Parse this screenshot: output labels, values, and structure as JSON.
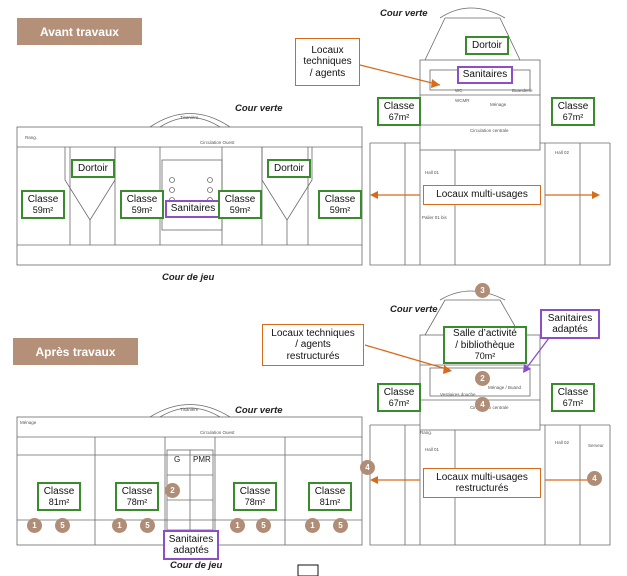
{
  "top": {
    "banner": "Avant travaux",
    "cour_verte_right": "Cour verte",
    "cour_verte_left": "Cour verte",
    "cour_de_jeu": "Cour de jeu",
    "dortoir_right": "Dortoir",
    "dortoir_left_1": "Dortoir",
    "dortoir_left_2": "Dortoir",
    "locaux_techniques": "Locaux\ntechniques\n/ agents",
    "sanitaires_right": "Sanitaires",
    "sanitaires_left": "Sanitaires",
    "locaux_multi": "Locaux multi-usages",
    "classes": [
      {
        "name": "Classe",
        "area": "67m²"
      },
      {
        "name": "Classe",
        "area": "67m²"
      },
      {
        "name": "Classe",
        "area": "59m²"
      },
      {
        "name": "Classe",
        "area": "59m²"
      },
      {
        "name": "Classe",
        "area": "59m²"
      },
      {
        "name": "Classe",
        "area": "59m²"
      }
    ],
    "plan_text": {
      "tisaniere": "Tisanière",
      "circulation_ouest": "Circulation Ouest",
      "circulation_centrale": "Circulation centrale",
      "rang": "Rang.",
      "hall_01": "Hall 01",
      "hall_02": "Hall 02",
      "palier_01": "Palier 01 bis",
      "menage": "Ménage",
      "buanderie": "Buanderie",
      "wc": "WC",
      "wcmr": "WCMR"
    }
  },
  "bottom": {
    "banner": "Après travaux",
    "cour_verte_right": "Cour verte",
    "cour_verte_left": "Cour verte",
    "cour_de_jeu": "Cour de jeu",
    "salle_activite": "Salle d’activité\n/ bibliothèque",
    "salle_area": "70m²",
    "locaux_techniques": "Locaux techniques\n/ agents\nrestructurés",
    "sanitaires_adaptes_right": "Sanitaires\nadaptés",
    "sanitaires_adaptes_left": "Sanitaires\nadaptés",
    "locaux_multi": "Locaux multi-usages\nrestructurés",
    "classes": [
      {
        "name": "Classe",
        "area": "67m²"
      },
      {
        "name": "Classe",
        "area": "67m²"
      },
      {
        "name": "Classe",
        "area": "81m²"
      },
      {
        "name": "Classe",
        "area": "78m²"
      },
      {
        "name": "Classe",
        "area": "78m²"
      },
      {
        "name": "Classe",
        "area": "81m²"
      }
    ],
    "bubbles": [
      "3",
      "2",
      "4",
      "2",
      "4",
      "4",
      "1",
      "5",
      "1",
      "5",
      "1",
      "5",
      "1",
      "5"
    ],
    "plan_text": {
      "tisaniere": "Tisanière",
      "circulation_ouest": "Circulation Ouest",
      "circulation_centrale": "Circulation centrale",
      "menage_buand": "Ménage / Buand",
      "vestiaires": "Vestiaires douche",
      "g": "G",
      "pmr": "PMR",
      "hall_01": "Hall 01",
      "hall_02": "Hall 02",
      "rang": "Rang.",
      "serveur": "Serveur",
      "menage": "Ménage"
    }
  },
  "footer_mark": "□",
  "colors": {
    "banner": "#b59079",
    "green": "#3a8a2e",
    "purple": "#8c4fc8",
    "orange": "#d86a1c",
    "bubble": "#b08d77"
  }
}
